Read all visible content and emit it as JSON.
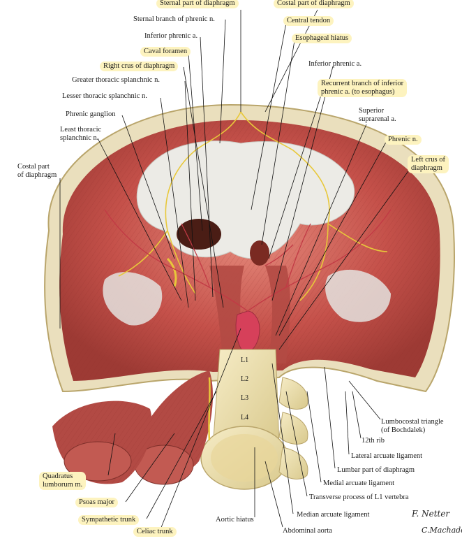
{
  "labels": {
    "sternal_part": "Sternal part of diaphragm",
    "costal_part_top": "Costal part of diaphragm",
    "sternal_branch": "Sternal branch of phrenic n.",
    "central_tendon": "Central tendon",
    "inferior_phrenic_left": "Inferior phrenic a.",
    "esophageal_hiatus": "Esophageal hiatus",
    "caval_foramen": "Caval foramen",
    "inferior_phrenic_right": "Inferior phrenic a.",
    "right_crus": "Right crus of diaphragm",
    "greater_splanchnic": "Greater thoracic splanchnic n.",
    "recurrent_branch_1": "Recurrent branch of inferior",
    "recurrent_branch_2": "phrenic a. (to esophagus)",
    "lesser_splanchnic": "Lesser thoracic splanchnic n.",
    "superior_suprarenal_1": "Superior",
    "superior_suprarenal_2": "suprarenal a.",
    "phrenic_ganglion": "Phrenic ganglion",
    "least_splanchnic_1": "Least thoracic",
    "least_splanchnic_2": "splanchnic n.",
    "phrenic_n": "Phrenic n.",
    "left_crus_1": "Left crus of",
    "left_crus_2": "diaphragm",
    "costal_part_left_1": "Costal part",
    "costal_part_left_2": "of diaphragm",
    "lumbocostal_1": "Lumbocostal triangle",
    "lumbocostal_2": "(of Bochdalek)",
    "rib_12": "12th rib",
    "lateral_arcuate": "Lateral arcuate ligament",
    "lumbar_part": "Lumbar part of diaphragm",
    "medial_arcuate": "Medial arcuate ligament",
    "transverse_process": "Transverse process of L1 vertebra",
    "median_arcuate": "Median arcuate ligament",
    "quadratus_1": "Quadratus",
    "quadratus_2": "lumborum m.",
    "psoas_major": "Psoas major",
    "sympathetic_trunk": "Sympathetic trunk",
    "aortic_hiatus": "Aortic hiatus",
    "celiac_trunk": "Celiac trunk",
    "abdominal_aorta": "Abdominal aorta",
    "signature_1": "F. Netter",
    "signature_2": "C.Machado"
  },
  "vertebrae": [
    "L1",
    "L2",
    "L3",
    "L4"
  ],
  "colors": {
    "muscle": "#b8463f",
    "tendon": "#e6e6e2",
    "bone": "#efe2b0",
    "nerve": "#e8c83a",
    "artery": "#d6405a",
    "highlight": "#fdf3bf"
  }
}
